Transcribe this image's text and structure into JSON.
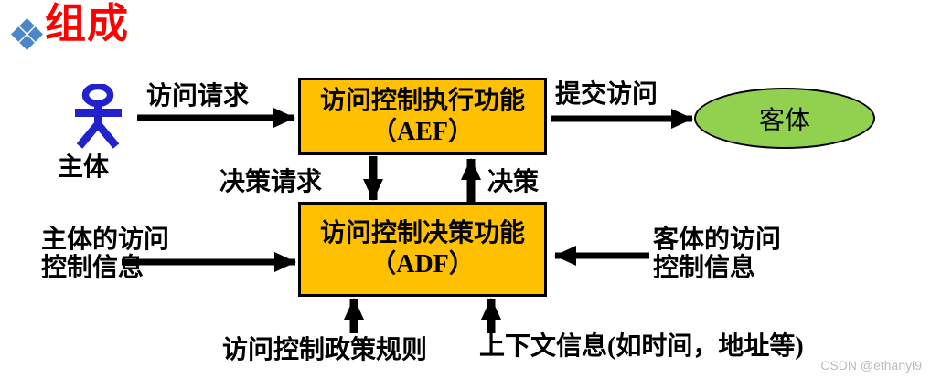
{
  "page": {
    "title": "组成",
    "watermark": "CSDN @ethanyi9"
  },
  "colors": {
    "title": "#FF0000",
    "bullet": "#4A86C8",
    "subject_icon": "#2222CC",
    "function_box_fill": "#FFC000",
    "object_fill": "#92D050",
    "arrow": "#000000",
    "watermark": "#BCBCBC"
  },
  "diagram": {
    "subject": {
      "icon": "person-icon",
      "label": "主体"
    },
    "aef_box": {
      "line1": "访问控制执行功能",
      "line2": "（AEF）"
    },
    "adf_box": {
      "line1": "访问控制决策功能",
      "line2": "（ADF）"
    },
    "object_ellipse": {
      "label": "客体"
    },
    "labels": {
      "access_request": "访问请求",
      "submit_access": "提交访问",
      "decision_request": "决策请求",
      "decision": "决策",
      "subject_aci": {
        "line1": "主体的访问",
        "line2": "控制信息"
      },
      "object_aci": {
        "line1": "客体的访问",
        "line2": "控制信息"
      },
      "policy_rules": "访问控制政策规则",
      "context_info": "上下文信息(如时间，地址等)"
    }
  }
}
